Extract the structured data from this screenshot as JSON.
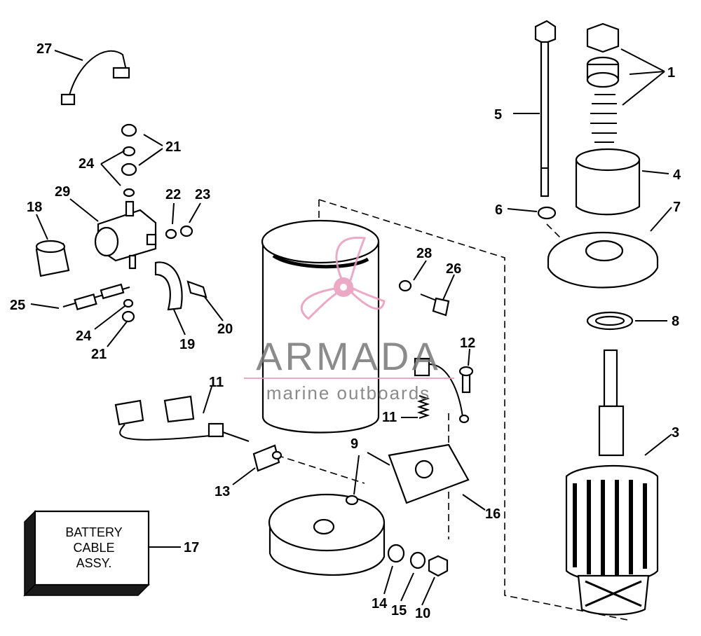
{
  "watermark": {
    "brand": "ARMADA",
    "tagline": "marine outboards",
    "brand_color": "#7a7a7a",
    "logo_color": "#e89bbd"
  },
  "callouts": {
    "c1": "1",
    "c3": "3",
    "c4": "4",
    "c5": "5",
    "c6": "6",
    "c7": "7",
    "c8": "8",
    "c9": "9",
    "c10": "10",
    "c11a": "11",
    "c11b": "11",
    "c12": "12",
    "c13": "13",
    "c14": "14",
    "c15": "15",
    "c16": "16",
    "c17": "17",
    "c18": "18",
    "c19": "19",
    "c20": "20",
    "c21a": "21",
    "c21b": "21",
    "c22": "22",
    "c23": "23",
    "c24a": "24",
    "c24b": "24",
    "c25": "25",
    "c26": "26",
    "c27": "27",
    "c28": "28",
    "c29": "29"
  },
  "battery_box": {
    "line1": "BATTERY",
    "line2": "CABLE",
    "line3": "ASSY."
  }
}
